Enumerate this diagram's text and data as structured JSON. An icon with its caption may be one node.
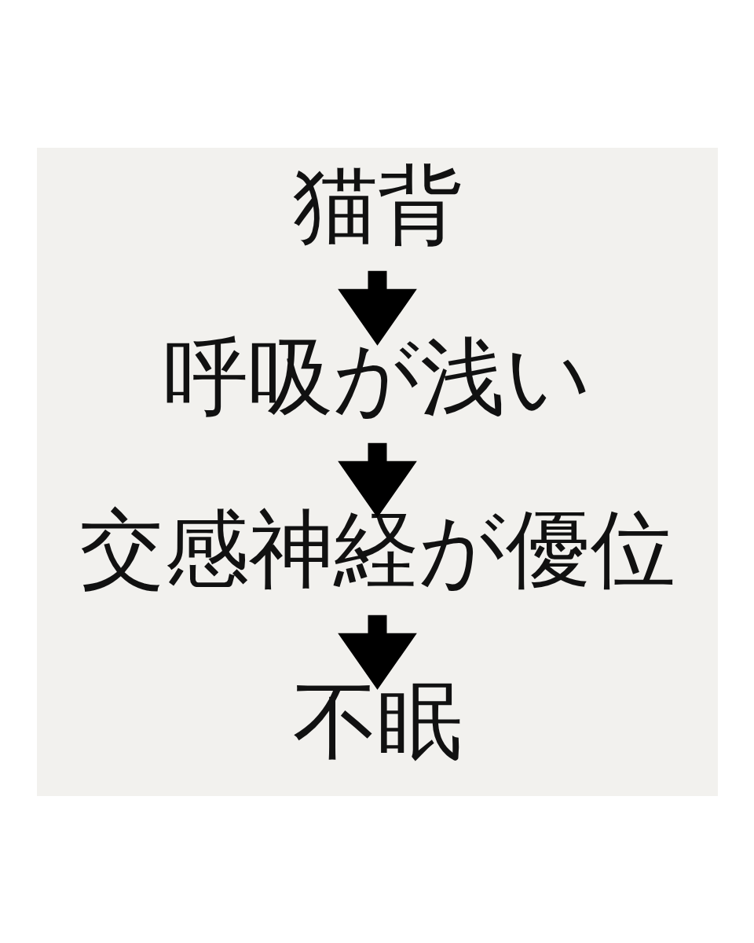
{
  "diagram": {
    "nodes": [
      {
        "text": [
          "猫背"
        ]
      },
      {
        "text": [
          "呼吸が浅い"
        ]
      },
      {
        "text": [
          "交感神経が優位"
        ]
      },
      {
        "text": [
          "不眠"
        ]
      }
    ],
    "edges": [
      {
        "from": 0,
        "to": 1,
        "arrow": "to"
      },
      {
        "from": 1,
        "to": 2,
        "arrow": "to"
      },
      {
        "from": 2,
        "to": 3,
        "arrow": "to"
      }
    ]
  }
}
